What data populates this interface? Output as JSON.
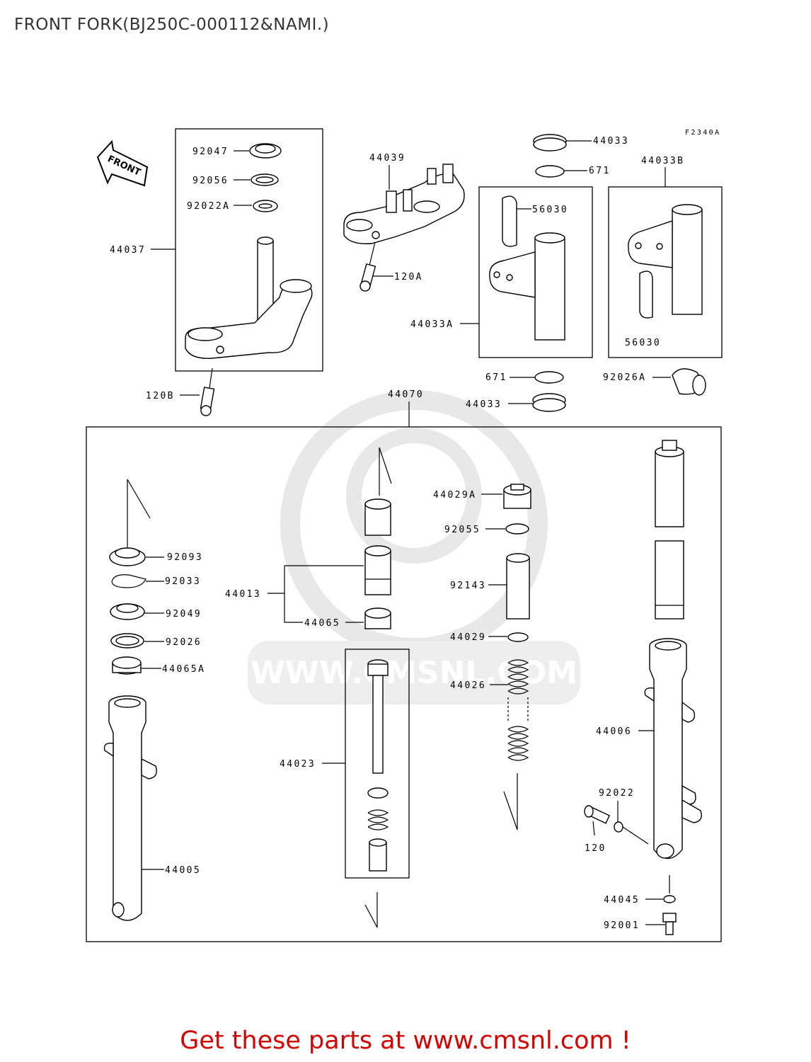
{
  "page": {
    "title": "FRONT FORK(BJ250C-000112&NAMI.)"
  },
  "diagram": {
    "figure_code": "F2340A",
    "front_arrow_label": "FRONT",
    "watermark_text": "WWW.CMSNL.COM",
    "labels": {
      "p92047": "92047",
      "p92056": "92056",
      "p92022A": "92022A",
      "p44037": "44037",
      "p120B": "120B",
      "p44039": "44039",
      "p120A": "120A",
      "p44033_top": "44033",
      "p671_top": "671",
      "p44033B": "44033B",
      "p56030_a": "56030",
      "p44033A": "44033A",
      "p56030_b": "56030",
      "p671_bot": "671",
      "p92026A": "92026A",
      "p44033_bot": "44033",
      "p44070": "44070",
      "p92093": "92093",
      "p92033": "92033",
      "p92049": "92049",
      "p92026": "92026",
      "p44065A": "44065A",
      "p44005": "44005",
      "p44013": "44013",
      "p44065": "44065",
      "p44023": "44023",
      "p44029A": "44029A",
      "p92055": "92055",
      "p92143": "92143",
      "p44029": "44029",
      "p44026": "44026",
      "p44006": "44006",
      "p92022": "92022",
      "p120": "120",
      "p44045": "44045",
      "p92001": "92001"
    }
  },
  "footer": {
    "cta": "Get these parts at www.cmsnl.com !"
  },
  "colors": {
    "cta": "#d30000",
    "title": "#333333",
    "watermark": "#e4e4e4"
  }
}
